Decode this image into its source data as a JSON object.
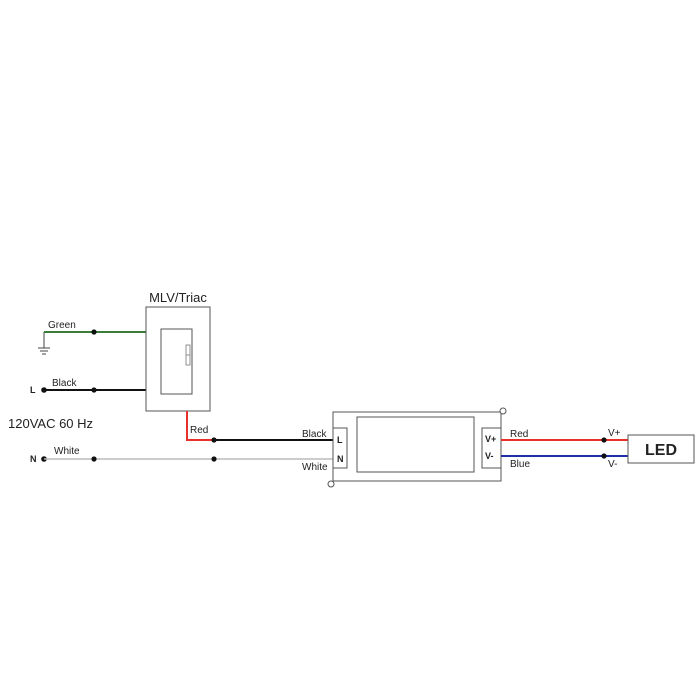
{
  "dimmer": {
    "title": "MLV/Triac"
  },
  "source": {
    "voltage_label": "120VAC  60 Hz",
    "line_terminal": "L",
    "neutral_terminal": "N"
  },
  "wires": {
    "ground_label": "Green",
    "line_in_label": "Black",
    "dimmer_out_label": "Red",
    "neutral_label": "White",
    "driver_line_label": "Black",
    "driver_neutral_label": "White",
    "led_pos_label": "Red",
    "led_neg_label": "Blue"
  },
  "driver": {
    "terminal_line": "L",
    "terminal_neutral": "N",
    "terminal_vpos": "V+",
    "terminal_vneg": "V-"
  },
  "led": {
    "label": "LED",
    "terminal_vpos": "V+",
    "terminal_vneg": "V-"
  },
  "colors": {
    "black_wire": "#111111",
    "red_wire": "#e8302a",
    "blue_wire": "#1f2fa8",
    "green_wire": "#3a7d3a",
    "white_wire": "#bbbbbb",
    "outline": "#555555"
  }
}
